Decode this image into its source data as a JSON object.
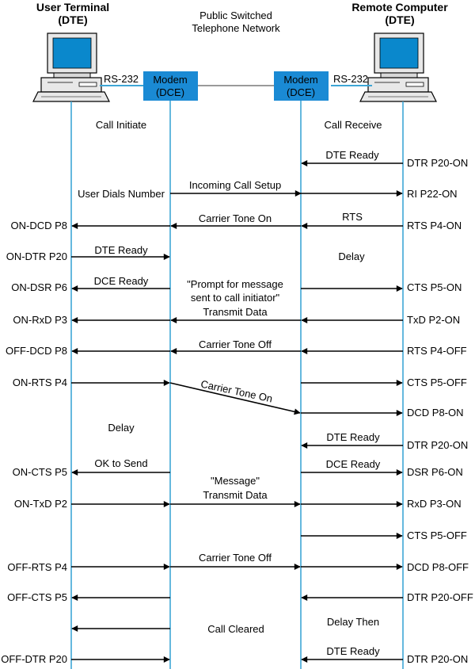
{
  "header": {
    "left_title": [
      "User Terminal",
      "(DTE)"
    ],
    "right_title": [
      "Remote Computer",
      "(DTE)"
    ],
    "network_label": [
      "Public Switched",
      "Telephone Network"
    ]
  },
  "modems": {
    "left_label": [
      "Modem",
      "(DCE)"
    ],
    "right_label": [
      "Modem",
      "(DCE)"
    ]
  },
  "cable_labels": {
    "left": "RS-232",
    "right": "RS-232"
  },
  "colors": {
    "lifeline": "#3ea6d6",
    "modem_fill": "#1a8ad4",
    "monitor_screen": "#0a88cc",
    "line": "#000000",
    "link": "#9a9a9a"
  },
  "phase_labels": {
    "call_initiate": "Call Initiate",
    "call_receive": "Call Receive",
    "delay_right": "Delay",
    "delay_left": "Delay",
    "call_cleared": "Call Cleared",
    "delay_then": "Delay Then"
  },
  "left_signals": [
    "ON-DCD P8",
    "ON-DTR P20",
    "ON-DSR P6",
    "ON-RxD P3",
    "OFF-DCD P8",
    "ON-RTS P4",
    "ON-CTS P5",
    "ON-TxD P2",
    "OFF-RTS P4",
    "OFF-CTS P5",
    "OFF-DTR P20"
  ],
  "right_signals": [
    "DTR P20-ON",
    "RI P22-ON",
    "RTS P4-ON",
    "CTS P5-ON",
    "TxD P2-ON",
    "RTS P4-OFF",
    "CTS P5-OFF",
    "DCD P8-ON",
    "DTR P20-ON",
    "DSR P6-ON",
    "RxD P3-ON",
    "CTS P5-OFF",
    "DCD P8-OFF",
    "DTR P20-OFF",
    "DTR P20-ON"
  ],
  "message_labels": {
    "user_dials": "User Dials Number",
    "dte_ready_1": "DTE Ready",
    "incoming_call": "Incoming Call Setup",
    "carrier_on_1": "Carrier Tone On",
    "rts": "RTS",
    "dte_ready_2": "DTE Ready",
    "dce_ready_1": "DCE Ready",
    "prompt": [
      "\"Prompt for message",
      "sent to call initiator\""
    ],
    "transmit_data_1": "Transmit Data",
    "carrier_off_1": "Carrier Tone Off",
    "carrier_on_2": "Carrier Tone On",
    "dte_ready_3": "DTE Ready",
    "ok_to_send": "OK to Send",
    "dce_ready_2": "DCE Ready",
    "message": "\"Message\"",
    "transmit_data_2": "Transmit Data",
    "carrier_off_2": "Carrier Tone Off",
    "dte_ready_4": "DTE Ready"
  }
}
